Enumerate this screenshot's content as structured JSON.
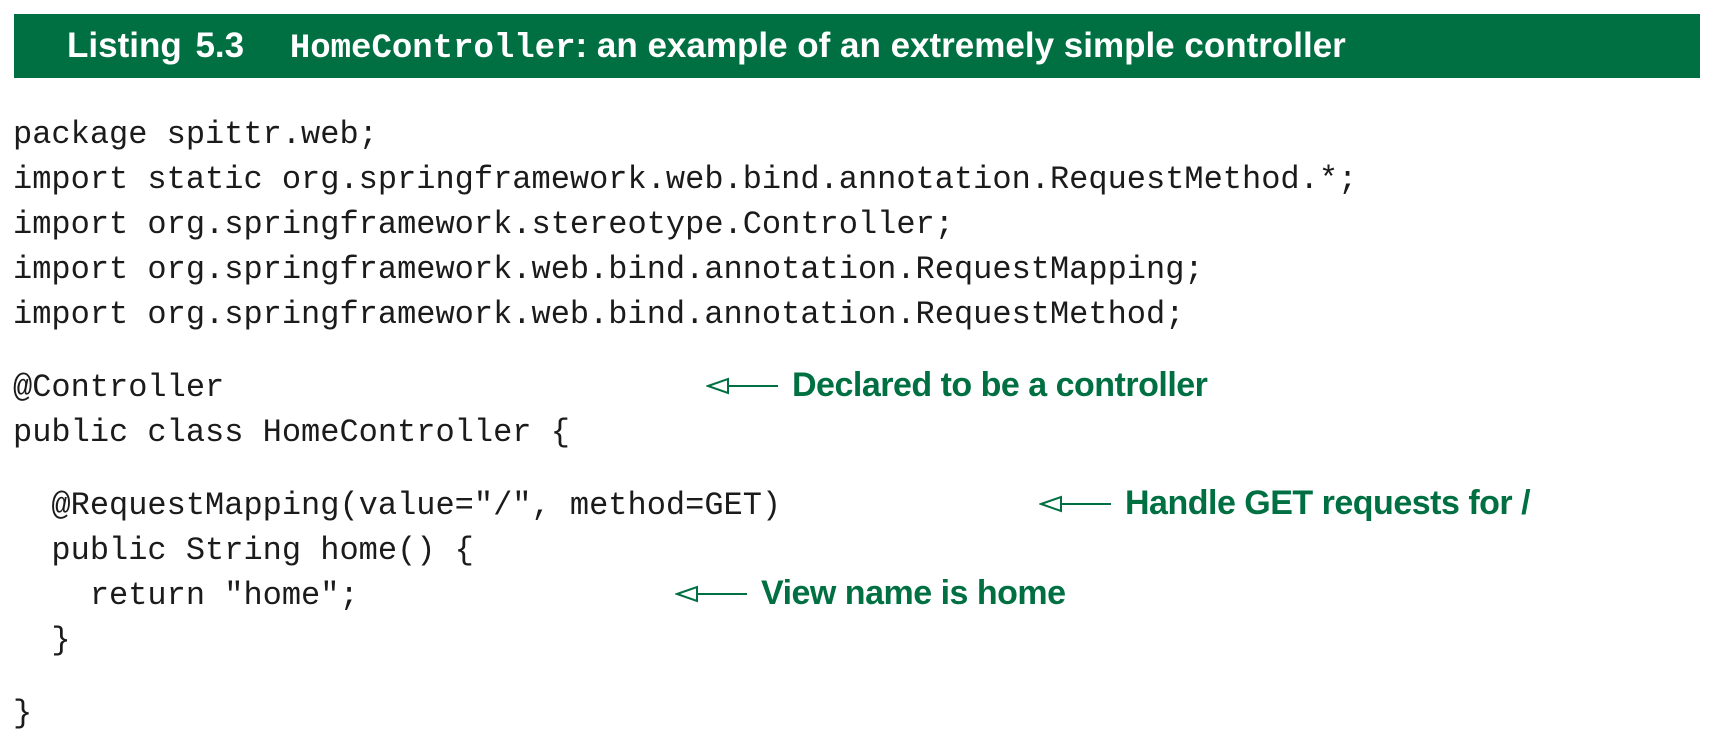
{
  "listing": {
    "label": "Listing",
    "number": "5.3",
    "class_name": "HomeController",
    "caption": ": an example of an extremely simple controller"
  },
  "code": {
    "line1": "package spittr.web;",
    "line2": "import static org.springframework.web.bind.annotation.RequestMethod.*;",
    "line3": "import org.springframework.stereotype.Controller;",
    "line4": "import org.springframework.web.bind.annotation.RequestMapping;",
    "line5": "import org.springframework.web.bind.annotation.RequestMethod;",
    "line6": "@Controller",
    "line7": "public class HomeController {",
    "line8": "  @RequestMapping(value=\"/\", method=GET)",
    "line9": "  public String home() {",
    "line10": "    return \"home\";",
    "line11": "  }",
    "line12": "}"
  },
  "annotations": {
    "controller": "Declared to be a controller",
    "get_requests": "Handle GET requests for /",
    "view_name": "View name is home"
  },
  "colors": {
    "accent": "#007043",
    "text": "#1b1b1b",
    "background": "#ffffff"
  },
  "icons": [
    "arrow-left-icon"
  ]
}
